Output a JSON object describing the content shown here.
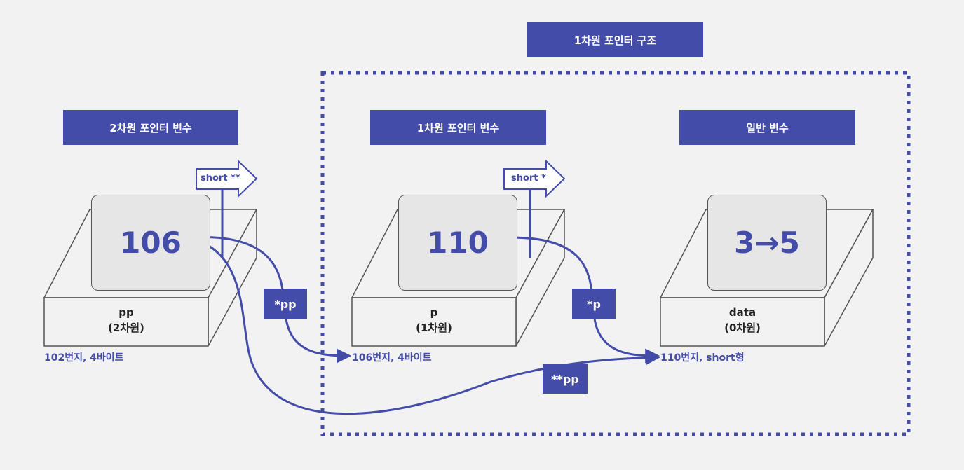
{
  "struct_title": "1차원 포인터 구조",
  "colors": {
    "accent": "#434ca9",
    "box_fill": "#e6e6e6",
    "background": "#f2f2f2"
  },
  "variables": [
    {
      "id": "pp",
      "header": "2차원 포인터 변수",
      "value": "106",
      "name": "pp",
      "dimension": "(2차원)",
      "address": "102번지, 4바이트",
      "type_tag": "short **"
    },
    {
      "id": "p",
      "header": "1차원 포인터 변수",
      "value": "110",
      "name": "p",
      "dimension": "(1차원)",
      "address": "106번지, 4바이트",
      "type_tag": "short *"
    },
    {
      "id": "data",
      "header": "일반 변수",
      "value": "3→5",
      "name": "data",
      "dimension": "(0차원)",
      "address": "110번지, short형"
    }
  ],
  "dereference_labels": {
    "pp_single": "*pp",
    "p_single": "*p",
    "pp_double": "**pp"
  }
}
